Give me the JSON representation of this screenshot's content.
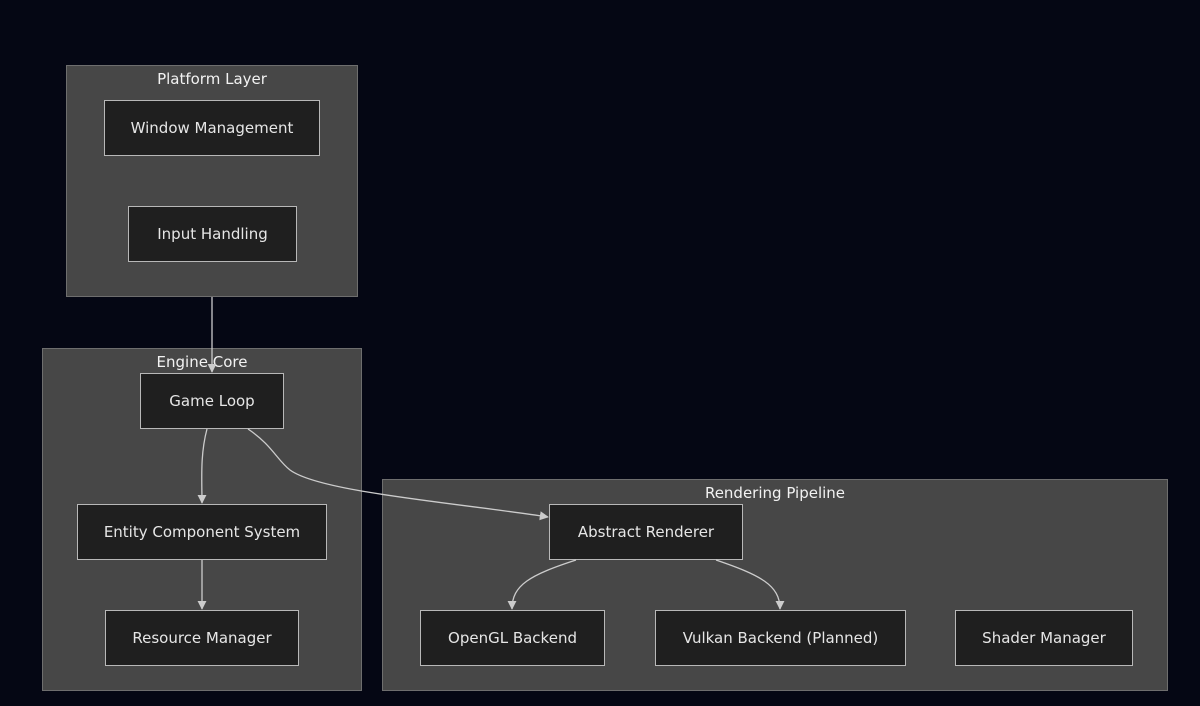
{
  "colors": {
    "background": "#050714",
    "group_fill": "#474747",
    "group_border": "#6e6e6e",
    "node_fill": "#1f1f1f",
    "node_border": "#b8b8b8",
    "edge": "#cccccc"
  },
  "groups": {
    "platform": {
      "title": "Platform Layer"
    },
    "engine": {
      "title": "Engine Core"
    },
    "rendering": {
      "title": "Rendering Pipeline"
    }
  },
  "nodes": {
    "window_management": "Window Management",
    "input_handling": "Input Handling",
    "game_loop": "Game Loop",
    "ecs": "Entity Component System",
    "resource_manager": "Resource Manager",
    "abstract_renderer": "Abstract Renderer",
    "opengl_backend": "OpenGL Backend",
    "vulkan_backend": "Vulkan Backend (Planned)",
    "shader_manager": "Shader Manager"
  },
  "edges": [
    {
      "from": "Platform Layer",
      "to": "Game Loop"
    },
    {
      "from": "Game Loop",
      "to": "Entity Component System"
    },
    {
      "from": "Game Loop",
      "to": "Abstract Renderer"
    },
    {
      "from": "Entity Component System",
      "to": "Resource Manager"
    },
    {
      "from": "Abstract Renderer",
      "to": "OpenGL Backend"
    },
    {
      "from": "Abstract Renderer",
      "to": "Vulkan Backend (Planned)"
    }
  ]
}
